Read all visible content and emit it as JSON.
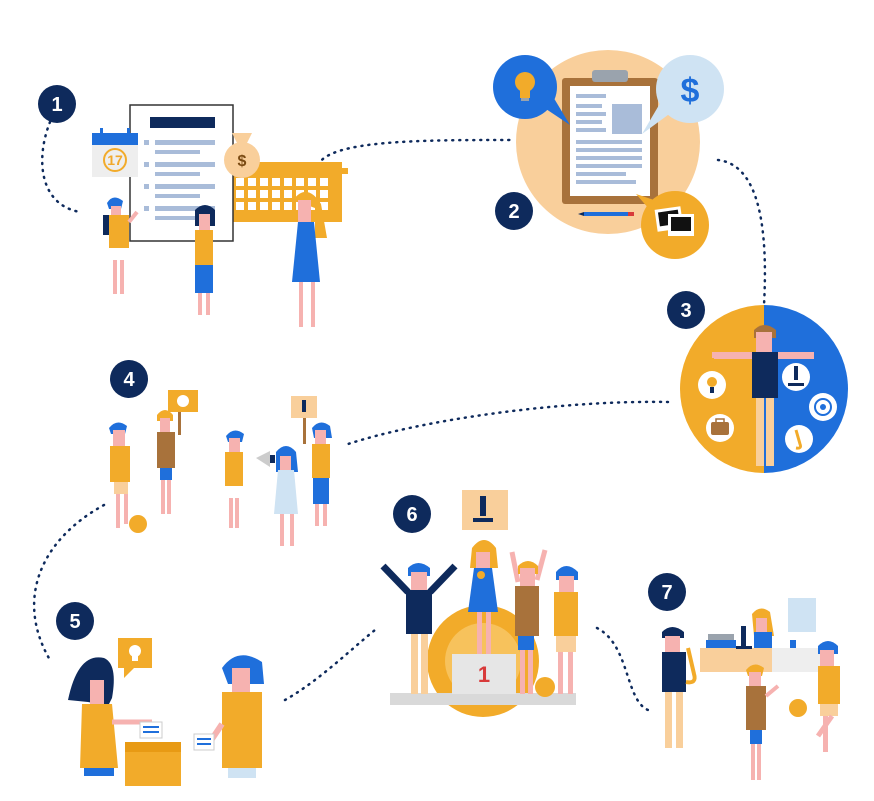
{
  "steps": [
    {
      "number": "1"
    },
    {
      "number": "2"
    },
    {
      "number": "3"
    },
    {
      "number": "4"
    },
    {
      "number": "5"
    },
    {
      "number": "6"
    },
    {
      "number": "7"
    }
  ],
  "calendar_day": "17",
  "money_symbol": "$",
  "podium_place": "1",
  "colors": {
    "navy": "#0e2a5c",
    "blue": "#1f6fdb",
    "yellow": "#f2ab2a",
    "peach": "#f9cf9b",
    "brown": "#a8723b",
    "paper_line": "#a9bcd9",
    "skin": "#f6b2b0"
  },
  "icons": [
    "calendar-icon",
    "money-bag-icon",
    "lightbulb-icon",
    "dollar-icon",
    "photos-icon",
    "clipboard-icon",
    "microscope-icon",
    "soccer-ball-icon",
    "saxophone-icon",
    "suitcase-icon",
    "megaphone-icon",
    "podium-icon"
  ]
}
